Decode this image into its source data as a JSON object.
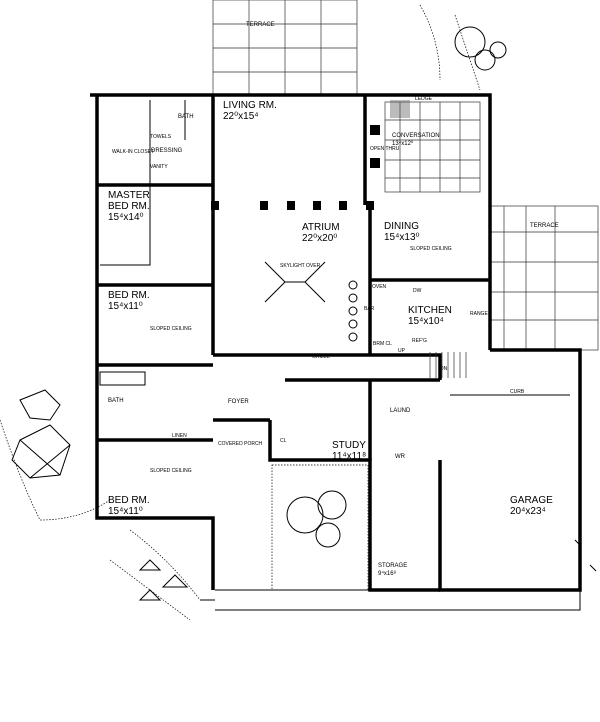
{
  "rooms": {
    "terrace_top": "TERRACE",
    "terrace_right": "TERRACE",
    "living": {
      "name": "LIVING RM.",
      "size": "22⁰x15⁴"
    },
    "conversation": {
      "name": "CONVERSATION",
      "size": "13⁴x12⁰"
    },
    "master_bed": {
      "name": "MASTER",
      "name2": "BED RM.",
      "size": "15⁴x14⁰"
    },
    "atrium": {
      "name": "ATRIUM",
      "size": "22⁰x20⁰"
    },
    "dining": {
      "name": "DINING",
      "size": "15⁴x13⁰"
    },
    "kitchen": {
      "name": "KITCHEN",
      "size": "15⁴x10⁴"
    },
    "bed1": {
      "name": "BED RM.",
      "size": "15⁴x11⁰"
    },
    "bed2": {
      "name": "BED RM.",
      "size": "15⁴x11⁰"
    },
    "bath_master": "BATH",
    "bath": "BATH",
    "dressing": "DRESSING",
    "walk_in": "WALK-IN CLOSET",
    "towels": "TOWELS",
    "vanity": "VANITY",
    "foyer": "FOYER",
    "covered_porch": "COVERED PORCH",
    "study": {
      "name": "STUDY",
      "size": "11⁴x11⁸"
    },
    "laund": "LAUND",
    "wr": "WR",
    "garage": {
      "name": "GARAGE",
      "size": "20⁴x23⁴"
    },
    "storage": {
      "name": "STORAGE",
      "size": "9⁴x16⁸"
    },
    "linen": "LINEN"
  },
  "notes": {
    "sloped_ceiling": "SLOPED CEILING",
    "skylight": "SKYLIGHT OVER",
    "open_thru": "OPEN THRU",
    "ledge": "LEDGE",
    "grille": "GRILLE",
    "curb": "CURB",
    "up": "UP",
    "dn": "DN",
    "cl": "CL",
    "oven": "OVEN",
    "dw": "DW",
    "range": "RANGE",
    "refg": "REF'G",
    "brm_cl": "BRM CL",
    "bar": "BAR"
  }
}
